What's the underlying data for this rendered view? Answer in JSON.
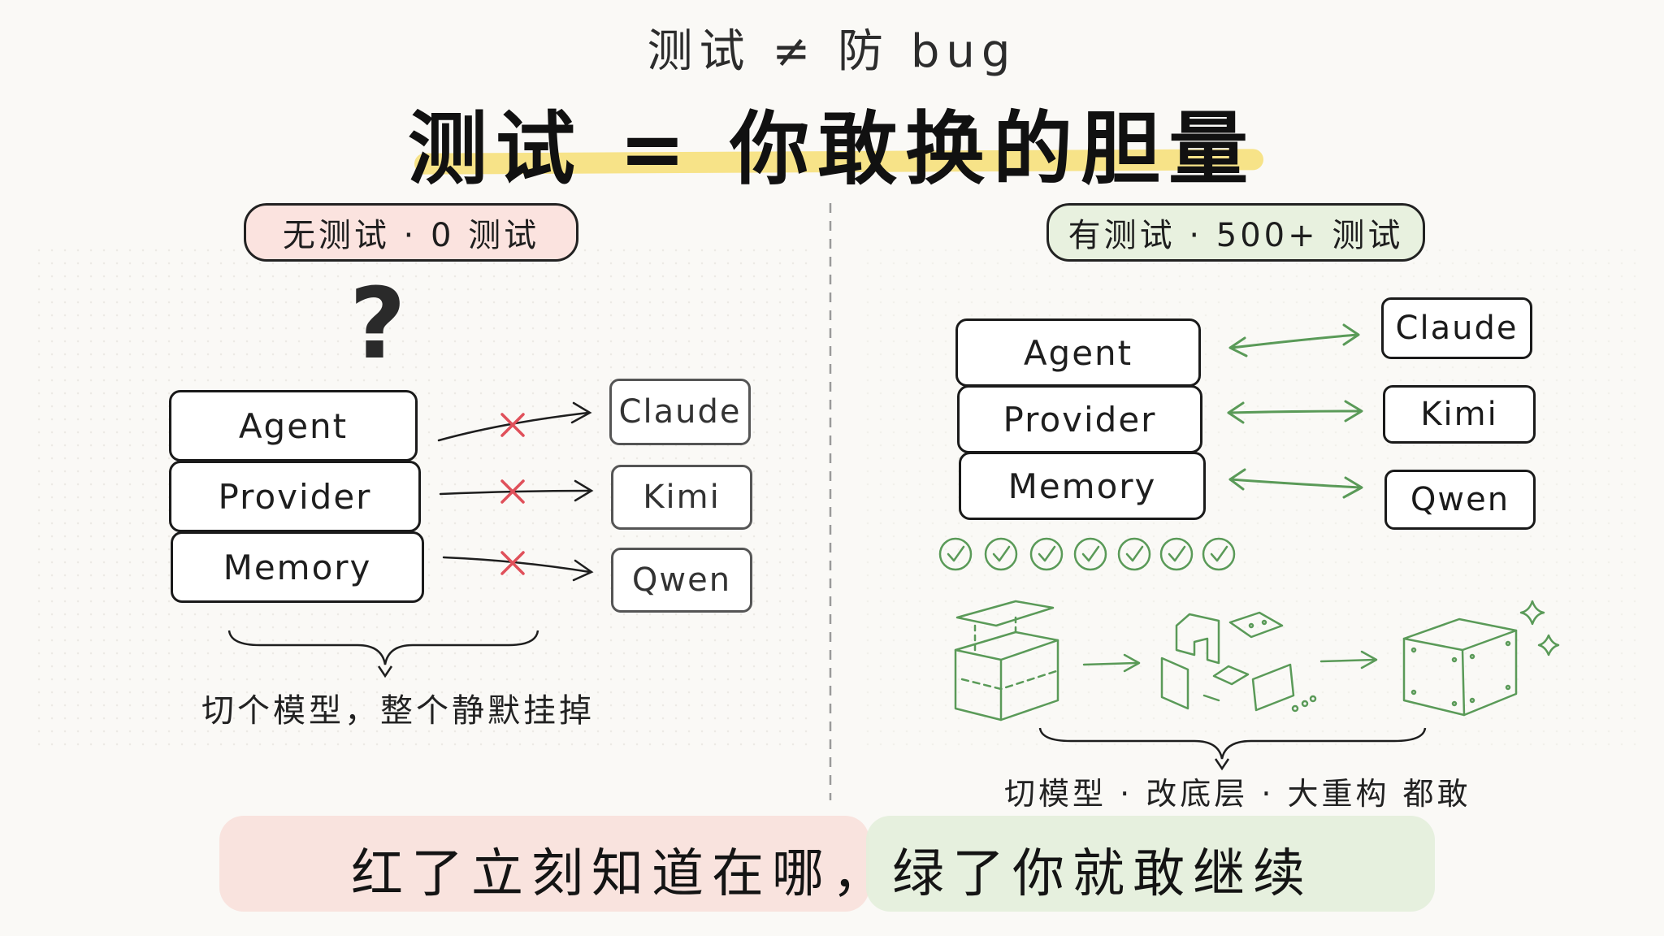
{
  "header": {
    "subtitle": "测试 ≠ 防 bug",
    "title": "测试 = 你敢换的胆量"
  },
  "left_panel": {
    "pill": "无测试 · 0 测试",
    "question_mark": "?",
    "stack": [
      "Agent",
      "Provider",
      "Memory"
    ],
    "models": [
      "Claude",
      "Kimi",
      "Qwen"
    ],
    "caption": "切个模型，整个静默挂掉"
  },
  "right_panel": {
    "pill": "有测试 · 500+ 测试",
    "stack": [
      "Agent",
      "Provider",
      "Memory"
    ],
    "models": [
      "Claude",
      "Kimi",
      "Qwen"
    ],
    "check_count": 7,
    "caption": "切模型 · 改底层 · 大重构  都敢"
  },
  "footer": {
    "text": "红了立刻知道在哪，绿了你就敢继续"
  },
  "colors": {
    "red_bg": "#fbe3df",
    "green_bg": "#e8f1df",
    "cross": "#e0505a",
    "green": "#5a9a58",
    "highlight": "#f6df74"
  }
}
